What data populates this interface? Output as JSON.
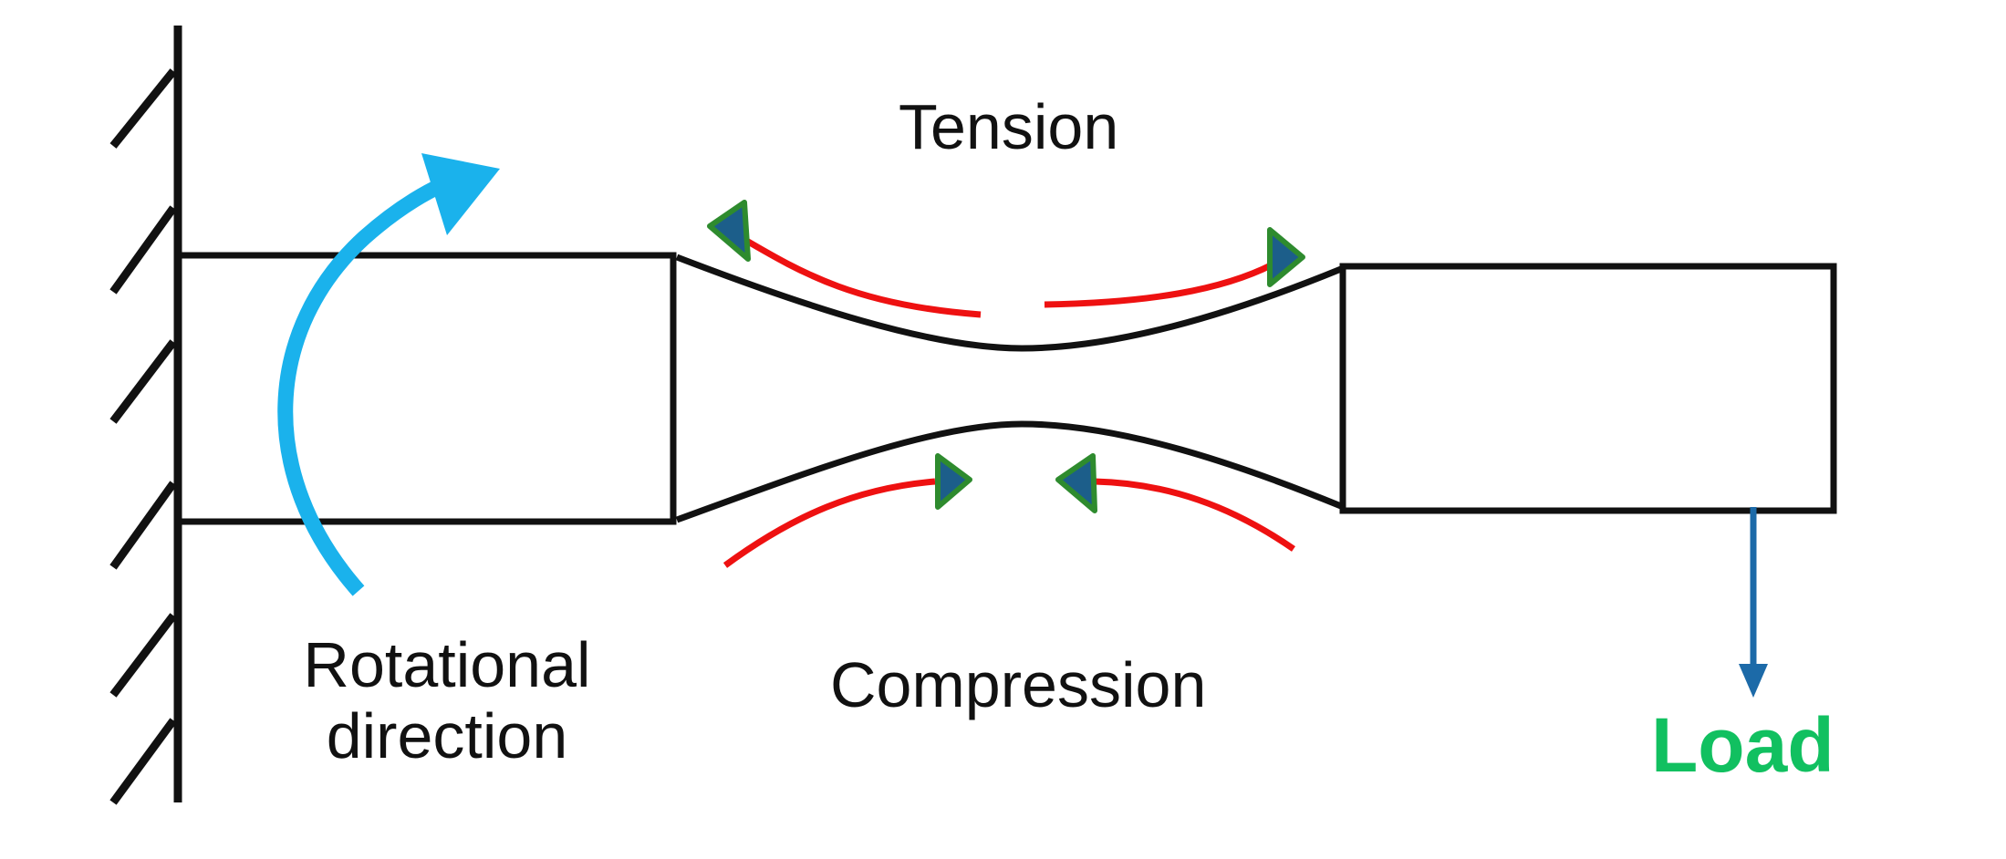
{
  "labels": {
    "tension": "Tension",
    "compression": "Compression",
    "rotational_line1": "Rotational",
    "rotational_line2": "direction",
    "load": "Load"
  },
  "colors": {
    "structure": "#111111",
    "rotation_arrow": "#1ab2ec",
    "stress_arrow": "#ee1111",
    "arrowhead_fill": "#1c5e8a",
    "arrowhead_border": "#2e8b2e",
    "load_arrow": "#1c6aa8",
    "load_text": "#11c060"
  },
  "icons": {
    "fixed_support": "hatched-wall-icon",
    "rotation": "curved-arrow-icon",
    "load": "down-arrow-icon"
  }
}
